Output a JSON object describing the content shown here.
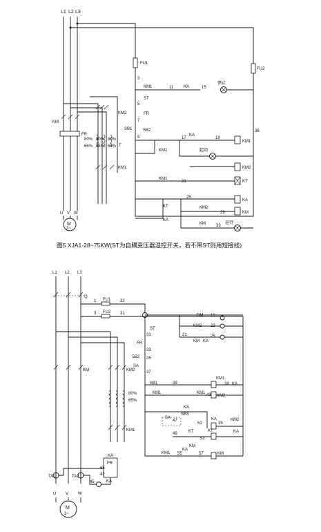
{
  "caption": "图5  XJA1-28~75KW(ST为自耦变压器温控开关，若不带ST则用短接线)",
  "top": {
    "phases": [
      "L1",
      "L2",
      "L3"
    ],
    "fuses": {
      "fu1": "FU1",
      "fu2": "FU2"
    },
    "components": {
      "km": "KM",
      "fr": "FR",
      "km2": "KM2",
      "km1": "KM1",
      "t": "T",
      "tap80a": "80%",
      "tap80b": "80%",
      "tap80c": "80%",
      "tap65a": "65%",
      "tap65b": "65%",
      "tap65c": "65%",
      "u": "U",
      "v": "V",
      "w": "W",
      "motor_m": "M",
      "motor_sym": "3~"
    },
    "control": {
      "n3": "3",
      "n5": "5",
      "n7": "7",
      "n9": "9",
      "n11": "11",
      "n15": "15",
      "n17": "17",
      "n19": "19",
      "n21": "21",
      "n25": "25",
      "n29": "29",
      "n33": "33",
      "n38": "38",
      "st": "ST",
      "fr": "FR",
      "sb1": "SB1",
      "sb2": "SB2",
      "km1_a": "KM1",
      "km1_b": "KM1",
      "km1_c": "KM1",
      "km1_coil": "KM1",
      "ka_a": "KA",
      "ka_b": "KA",
      "ka_c": "KA",
      "ka_coil": "KA",
      "km2_coil": "KM2",
      "km2_a": "KM2",
      "km_coil": "KM",
      "km_a": "KM",
      "kt": "KT",
      "kt_coil": "KT",
      "stop_lamp": "停止",
      "start_lamp": "起动",
      "run_lamp": "运行"
    }
  },
  "bottom": {
    "phases": [
      "L1",
      "L2",
      "L3"
    ],
    "q": "Q",
    "fuses": {
      "fu1": "FU1",
      "fu2": "FU2",
      "n1": "1",
      "n32": "32",
      "n3": "3",
      "n31": "31"
    },
    "power": {
      "km": "KM",
      "km2": "KM2",
      "km1": "KM1",
      "p80": "80%",
      "p65": "65%",
      "ta1": "TA1",
      "ta2": "TA2",
      "ka": "KA",
      "fr": "FR",
      "n65": "65",
      "n42": "42",
      "n45": "45",
      "ka_small": "KA",
      "u": "U",
      "v": "V",
      "w": "W",
      "motor_m": "M",
      "motor_sym": "3~"
    },
    "control": {
      "st": "ST",
      "fr": "FR",
      "sb2": "SB2",
      "sa": "SA",
      "n31": "31",
      "n33": "33",
      "n35": "35",
      "n37": "37",
      "n39": "39",
      "rm": "RM",
      "km2": "KM2",
      "km": "KM",
      "ka": "KA",
      "n19": "19",
      "n23": "23",
      "n21": "21",
      "n25": "25",
      "sb1": "SB1",
      "km1_coil": "KM1",
      "km1_b": "KM1",
      "km1_c": "KM1",
      "km2_coil": "KM2",
      "ka_coil": "KA",
      "n38": "38",
      "n43": "43",
      "ka_d": "KA",
      "sb3": "SB3",
      "sa2": "SA",
      "n47": "47",
      "n51": "51",
      "n35b": "35",
      "km2_b": "KM2",
      "ka_e": "KA",
      "kt": "KT",
      "n49": "49",
      "n53": "53",
      "kt_coil": "KT",
      "km_c": "KM",
      "km1_d": "KM1",
      "ka_f": "KA",
      "n55": "55",
      "n57": "57",
      "km_coil": "KM",
      "ka_g": "KA"
    }
  }
}
